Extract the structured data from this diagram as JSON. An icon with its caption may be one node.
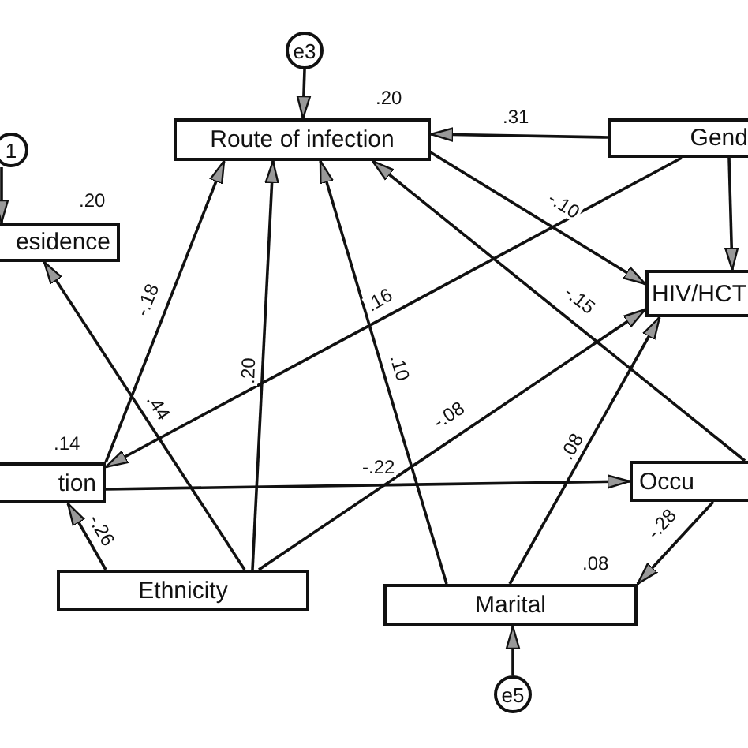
{
  "diagram": {
    "nodes": [
      {
        "text": [
          "1"
        ]
      },
      {
        "text": [
          "esidence"
        ],
        "beside": [
          ".20"
        ]
      },
      {
        "text": [
          "e3"
        ]
      },
      {
        "text": [
          "Route of infection"
        ],
        "beside": [
          ".20"
        ]
      },
      {
        "text": [
          "Gend"
        ]
      },
      {
        "text": [
          "HIV/HCT"
        ]
      },
      {
        "text": [
          "tion"
        ],
        "beside": [
          ".14"
        ]
      },
      {
        "text": [
          "Occu"
        ]
      },
      {
        "text": [
          "Ethnicity"
        ]
      },
      {
        "text": [
          "Marital"
        ],
        "beside": [
          ".08"
        ]
      },
      {
        "text": [
          "e5"
        ]
      }
    ],
    "edges": [
      {
        "from": 0,
        "to": 1,
        "arrow": "to"
      },
      {
        "from": 2,
        "to": 3,
        "arrow": "to"
      },
      {
        "from": 4,
        "to": 3,
        "arrow": "to",
        "label": ".31"
      },
      {
        "from": 4,
        "to": 5,
        "arrow": "to"
      },
      {
        "from": 3,
        "to": 5,
        "arrow": "to",
        "label": "-.10"
      },
      {
        "from": 4,
        "to": 6,
        "arrow": "to",
        "label": ".16"
      },
      {
        "from": 7,
        "to": 3,
        "arrow": "to",
        "label": "-.15"
      },
      {
        "from": 8,
        "to": 1,
        "arrow": "to",
        "label": ".44"
      },
      {
        "from": 8,
        "to": 3,
        "arrow": "to",
        "label": ".20"
      },
      {
        "from": 8,
        "to": 6,
        "arrow": "to",
        "label": "-.26"
      },
      {
        "from": 8,
        "to": 5,
        "arrow": "to",
        "label": "-.08"
      },
      {
        "from": 6,
        "to": 3,
        "arrow": "to",
        "label": "-.18"
      },
      {
        "from": 6,
        "to": 7,
        "arrow": "to",
        "label": "-.22"
      },
      {
        "from": 7,
        "to": 9,
        "arrow": "to",
        "label": "-.28"
      },
      {
        "from": 9,
        "to": 3,
        "arrow": "to",
        "label": ".10"
      },
      {
        "from": 9,
        "to": 5,
        "arrow": "to",
        "label": ".08"
      },
      {
        "from": 10,
        "to": 9,
        "arrow": "to"
      }
    ]
  }
}
